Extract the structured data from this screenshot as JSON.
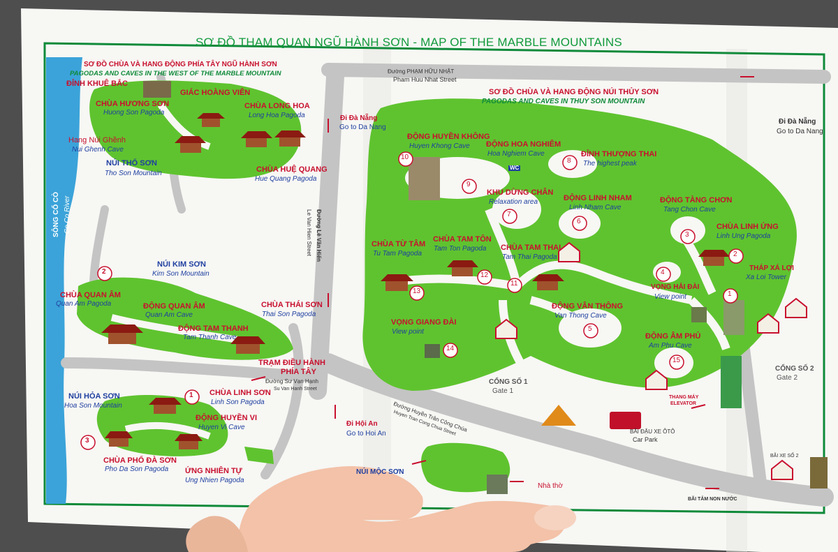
{
  "title": "SƠ ĐỒ THAM QUAN NGŨ HÀNH SƠN - MAP OF THE MARBLE MOUNTAINS",
  "colors": {
    "park_green": "#5fc32f",
    "water_blue": "#3ba3d9",
    "road_gray": "#c9c9c9",
    "label_red": "#c8102e",
    "label_blue": "#1f3fa0",
    "border_green": "#0f8a3a"
  },
  "west": {
    "header_vn": "SƠ ĐỒ CHÙA VÀ HANG ĐỘNG PHÍA TÂY NGŨ HÀNH SƠN",
    "header_en": "PAGODAS AND CAVES IN THE WEST OF THE MARBLE MOUNTAIN",
    "dinh_khue_bac": "ĐỈNH KHUÊ BẮC",
    "giac_hoang_vien": "GIÁC HOÀNG VIÊN",
    "huong_son_vn": "CHÙA HƯƠNG SƠN",
    "huong_son_en": "Huong Son Pagoda",
    "long_hoa_vn": "CHÙA LONG HOA",
    "long_hoa_en": "Long Hoa Pagoda",
    "nui_ghenh_vn": "Hang Núi Ghềnh",
    "nui_ghenh_en": "Nui Ghenh Cave",
    "tho_son_vn": "NÚI THỔ SƠN",
    "tho_son_en": "Tho Son Mountain",
    "hue_quang_vn": "CHÙA HUỆ QUANG",
    "hue_quang_en": "Hue Quang Pagoda",
    "river_vn": "SÔNG CỔ CÒ",
    "river_en": "Co Co River",
    "kim_son_vn": "NÚI KIM SƠN",
    "kim_son_en": "Kim Son Mountain",
    "quan_am_pagoda_vn": "CHÙA QUAN ÂM",
    "quan_am_pagoda_en": "Quan Am Pagoda",
    "quan_am_cave_vn": "ĐỘNG QUAN ÂM",
    "quan_am_cave_en": "Quan Am Cave",
    "tam_thanh_vn": "ĐỘNG TAM THANH",
    "tam_thanh_en": "Tam Thanh Cave",
    "thai_son_vn": "CHÙA THÁI SƠN",
    "thai_son_en": "Thai Son Pagoda",
    "tram_vn1": "TRẠM ĐIỀU HÀNH",
    "tram_vn2": "PHÍA TÂY",
    "hoa_son_vn": "NÚI HỎA SƠN",
    "hoa_son_en": "Hoa Son Mountain",
    "linh_son_vn": "CHÙA LINH SƠN",
    "linh_son_en": "Linh Son Pagoda",
    "huyen_vi_vn": "ĐỘNG HUYỀN VI",
    "huyen_vi_en": "Huyen Vi Cave",
    "pho_da_son_vn": "CHÙA PHỔ ĐÀ SƠN",
    "pho_da_son_en": "Pho Da Son Pagoda",
    "ung_nhien_vn": "ỨNG NHIÊN TỰ",
    "ung_nhien_en": "Ung Nhien Pagoda",
    "num_1": "1",
    "num_2": "2",
    "num_3": "3"
  },
  "roads": {
    "pham_huu_nhat_vn": "Đường PHẠM HỮU NHẬT",
    "pham_huu_nhat_en": "Pham Huu Nhat Street",
    "le_van_hien_vn": "Đường Lê Văn Hiến",
    "le_van_hien_en": "Le Van Hien Street",
    "su_van_hanh_vn": "Đường Sư Vạn Hạnh",
    "su_van_hanh_en": "Su Van Hanh Street",
    "huyen_tran_vn": "Đường Huyền Trân Công Chúa",
    "huyen_tran_en": "Huyen Tran Cong Chua Street",
    "di_da_nang_vn": "Đi Đà Nẵng",
    "di_da_nang_en": "Go to Da Nang",
    "di_hoi_an_vn": "Đi Hội An",
    "di_hoi_an_en": "Go to Hoi An",
    "di_da_nang2_vn": "Đi Đà Nẵng",
    "di_da_nang2_en": "Go to Da Nang"
  },
  "thuy_son": {
    "header_vn": "SƠ ĐỒ CHÙA VÀ HANG ĐỘNG NÚI THỦY SƠN",
    "header_en": "PAGODAS AND CAVES IN THUY SON MOUNTAIN",
    "huyen_khong_vn": "ĐỘNG HUYỀN KHÔNG",
    "huyen_khong_en": "Huyen Khong Cave",
    "hoa_nghiem_vn": "ĐỘNG HOA NGHIÊM",
    "hoa_nghiem_en": "Hoa Nghiem Cave",
    "thuong_thai_vn": "ĐỈNH THƯỢNG THAI",
    "thuong_thai_en": "The highest peak",
    "dung_chan_vn": "KHU DỪNG CHÂN",
    "dung_chan_en": "Relaxation area",
    "linh_nham_vn": "ĐỘNG LINH NHAM",
    "linh_nham_en": "Linh Nham Cave",
    "tang_chon_vn": "ĐỘNG TÀNG CHƠN",
    "tang_chon_en": "Tang Chon Cave",
    "tu_tam_vn": "CHÙA TỪ TÂM",
    "tu_tam_en": "Tu Tam Pagoda",
    "tam_ton_vn": "CHÙA TAM TÔN",
    "tam_ton_en": "Tam Ton Pagoda",
    "tam_thai_vn": "CHÙA TAM THAI",
    "tam_thai_en": "Tam Thai Pagoda",
    "linh_ung_vn": "CHÙA LINH ỨNG",
    "linh_ung_en": "Linh Ung Pagoda",
    "xa_loi_vn": "THÁP XÁ LỢI",
    "xa_loi_en": "Xa Loi Tower",
    "vong_hai_vn": "VỌNG HẢI ĐÀI",
    "vong_hai_en": "View point",
    "van_thong_vn": "ĐỘNG VÂN THÔNG",
    "van_thong_en": "Van Thong Cave",
    "vong_giang_vn": "VỌNG GIANG ĐÀI",
    "vong_giang_en": "View point",
    "am_phu_vn": "ĐỘNG ÂM PHỦ",
    "am_phu_en": "Am Phu Cave",
    "wc": "WC",
    "numbers": [
      "1",
      "2",
      "3",
      "4",
      "5",
      "6",
      "7",
      "8",
      "9",
      "10",
      "11",
      "12",
      "13",
      "14",
      "15"
    ]
  },
  "bottom": {
    "gate1_vn": "CỔNG SỐ 1",
    "gate1_en": "Gate 1",
    "gate2_vn": "CỔNG SỐ 2",
    "gate2_en": "Gate 2",
    "elevator_vn": "THANG MÁY",
    "elevator_en": "ELEVATOR",
    "car_park_vn": "BÃI ĐẬU XE ÔTÔ",
    "car_park_en": "Car Park",
    "bai_xe_2": "BÃI XE SỐ 2",
    "moc_son": "NÚI MỘC SƠN",
    "nha_tho_1": "Nhà thờ",
    "bai_tam": "BÃI TẮM NON NƯỚC"
  }
}
